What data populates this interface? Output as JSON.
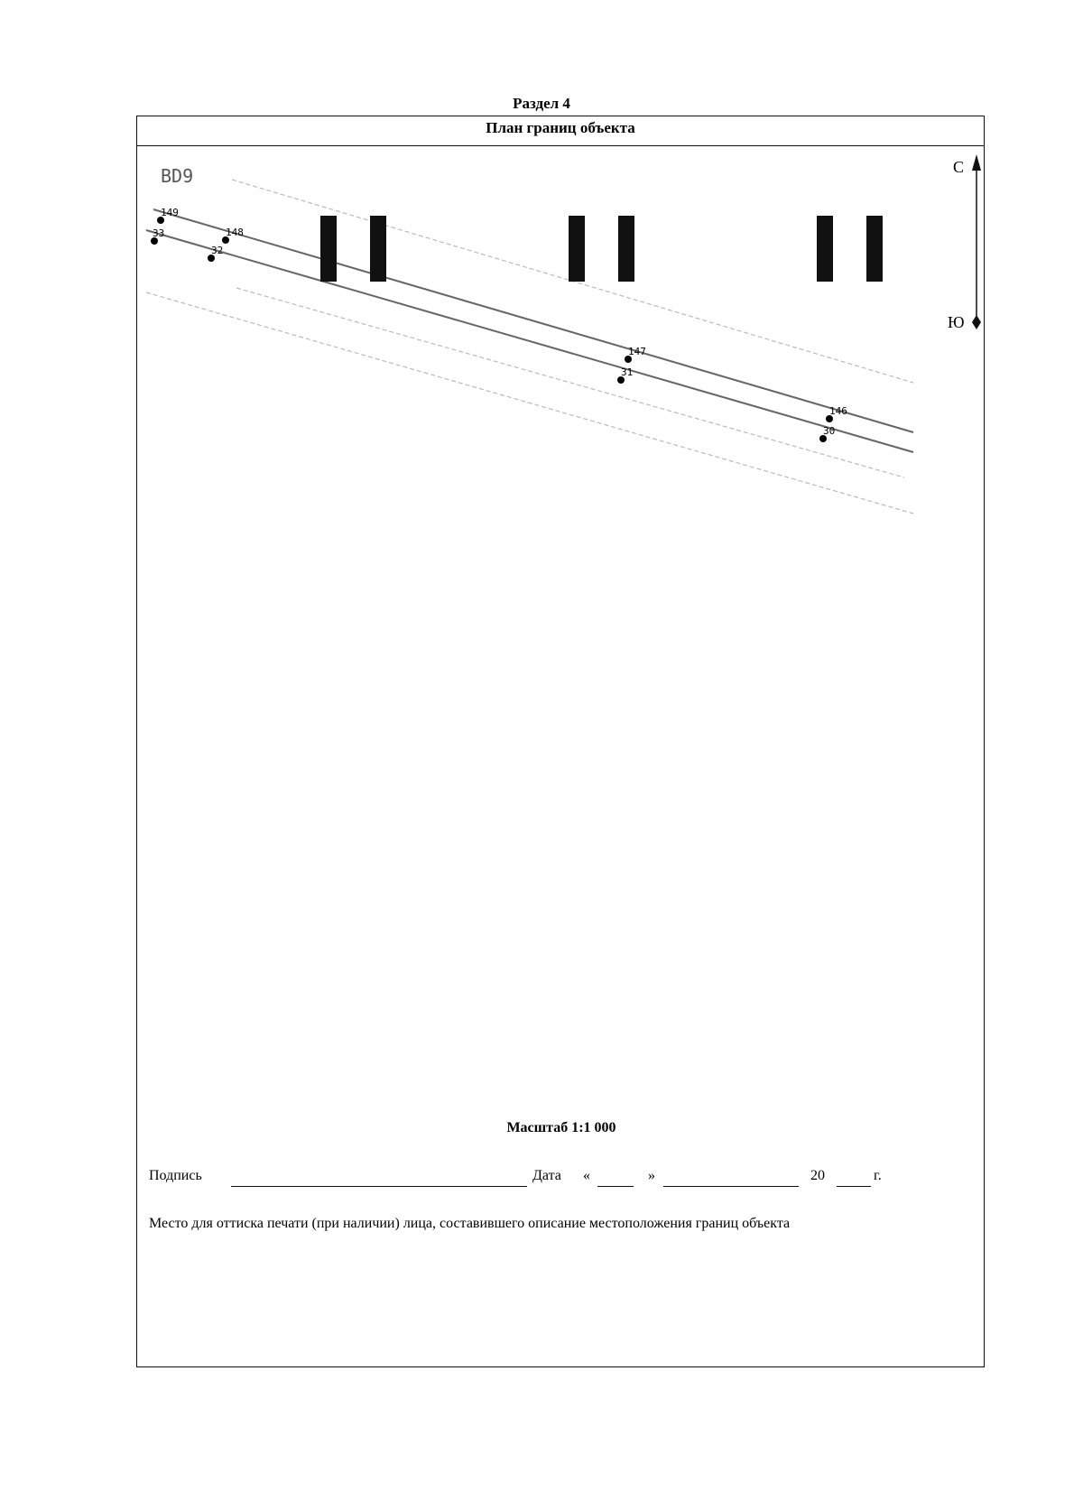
{
  "section_title": "Раздел 4",
  "header_title": "План границ объекта",
  "plan": {
    "zone_label": "BD9",
    "compass": {
      "north": "С",
      "south": "Ю"
    },
    "points": [
      {
        "id": "149",
        "label": "149"
      },
      {
        "id": "148",
        "label": "148"
      },
      {
        "id": "147",
        "label": "147"
      },
      {
        "id": "146",
        "label": "146"
      },
      {
        "id": "33",
        "label": "33"
      },
      {
        "id": "32",
        "label": "32"
      },
      {
        "id": "31",
        "label": "31"
      },
      {
        "id": "30",
        "label": "30"
      }
    ]
  },
  "scale_label": "Масштаб 1:1 000",
  "signature": {
    "signature_label": "Подпись",
    "date_label": "Дата",
    "quote_open": "«",
    "quote_close": "»",
    "year_prefix": "20",
    "year_suffix": "г."
  },
  "stamp_text": "Место для оттиска печати (при наличии) лица, составившего описание местоположения границ объекта",
  "colors": {
    "line": "#555555",
    "faint_line": "#bbbbbb",
    "block": "#111111",
    "point": "#000000"
  }
}
